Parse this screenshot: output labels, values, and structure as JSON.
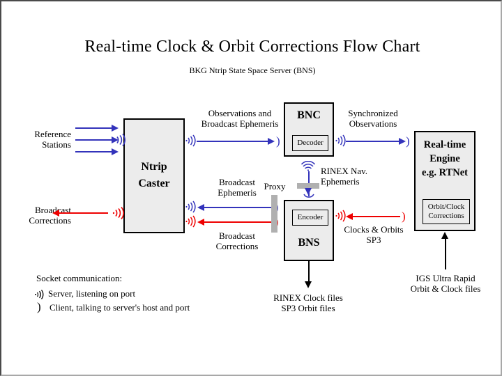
{
  "page": {
    "title": "Real-time Clock & Orbit Corrections Flow Chart",
    "subtitle": "BKG Ntrip State Space Server  (BNS)"
  },
  "colors": {
    "blue": "#3333bb",
    "red": "#ee0000",
    "black": "#000000",
    "box_fill": "#ececec",
    "proxy_gray": "#b0b0b0",
    "frame_dark": "#4a4a4a",
    "frame_light": "#a8a8a8"
  },
  "boxes": {
    "ntrip_caster": {
      "title": "Ntrip\nCaster"
    },
    "bnc": {
      "title": "BNC",
      "inner": "Decoder"
    },
    "bns": {
      "title": "BNS",
      "inner": "Encoder"
    },
    "rtnet": {
      "title": "Real-time\nEngine\ne.g. RTNet",
      "inner": "Orbit/Clock\nCorrections"
    }
  },
  "labels": {
    "reference_stations": "Reference\nStations",
    "broadcast_corrections_left": "Broadcast\nCorrections",
    "observations_and_broadcast_ephemeris": "Observations and\nBroadcast Ephemeris",
    "synchronized_observations": "Synchronized\nObservations",
    "broadcast_ephemeris": "Broadcast\nEphemeris",
    "broadcast_corrections_mid": "Broadcast\nCorrections",
    "proxy": "Proxy",
    "rinex_nav_ephemeris": "RINEX Nav.\nEphemeris",
    "clocks_and_orbits_sp3": "Clocks & Orbits\nSP3",
    "rinex_clock_sp3_orbit_files": "RINEX Clock files\nSP3 Orbit files",
    "igs_ultra_rapid": "IGS Ultra Rapid\nOrbit & Clock files"
  },
  "legend": {
    "heading": "Socket communication:",
    "items": [
      {
        "icon": "server-radio-icon",
        "text": "Server, listening on port"
      },
      {
        "icon": "client-paren-icon",
        "text": "Client, talking to server's host and port"
      }
    ]
  }
}
